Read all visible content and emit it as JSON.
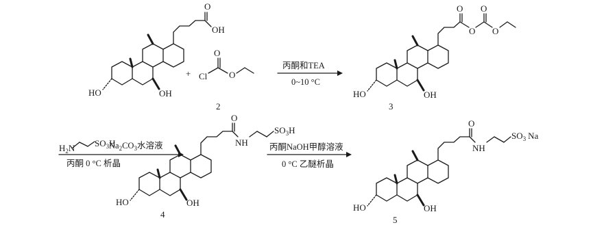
{
  "compound_labels": [
    "2",
    "3",
    "4",
    "5"
  ],
  "atom_labels": {
    "oh": "OH",
    "ho": "HO",
    "cl": "Cl",
    "o": "O",
    "nh": "NH",
    "h": "H",
    "n": "N",
    "so": "SO",
    "na": "Na",
    "so3h_sub": "3",
    "h2_sub": "2"
  },
  "plus_sign": "+",
  "reaction_1": {
    "above": "丙酮和TEA",
    "below": "0~10 °C"
  },
  "reaction_2": {
    "reagent_sub_2": "2",
    "reagent_sub_3": "3",
    "base": "Na",
    "base_sub_2": "2",
    "co": "CO",
    "base_sub_3": "3",
    "water": "水溶液",
    "below": "丙酮 0 °C 析晶"
  },
  "reaction_3": {
    "above": "丙酮NaOH甲醇溶液",
    "below": "0 °C 乙醚析晶"
  }
}
